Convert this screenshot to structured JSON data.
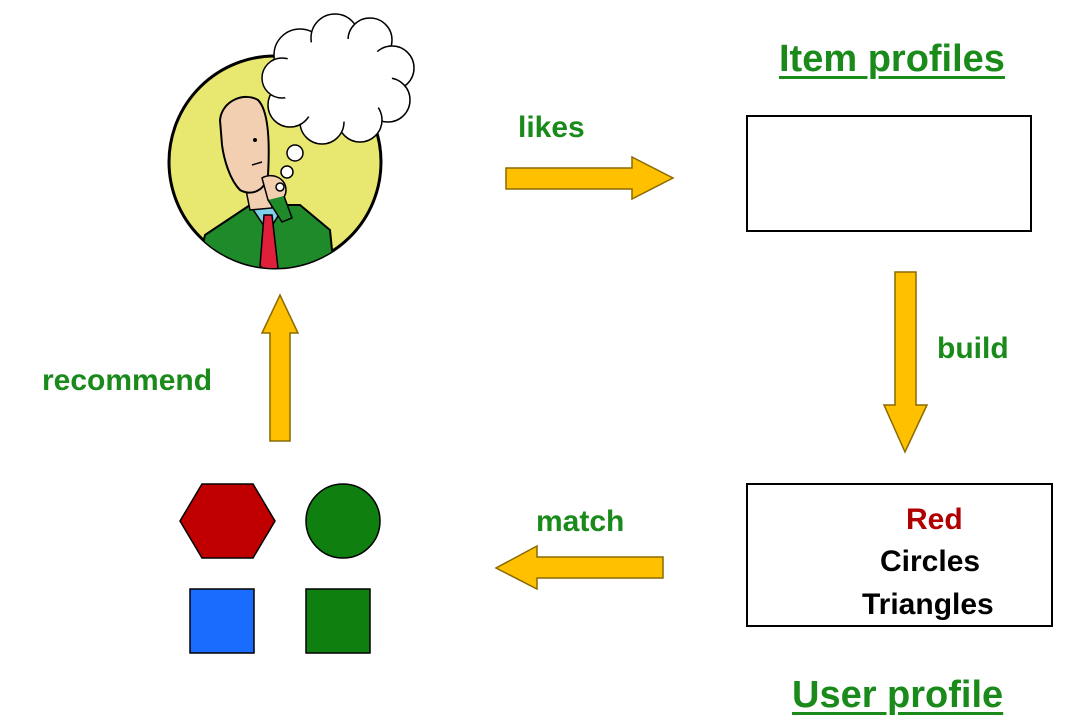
{
  "titles": {
    "item_profiles": "Item profiles",
    "user_profile": "User profile"
  },
  "edges": {
    "likes": "likes",
    "build": "build",
    "match": "match",
    "recommend": "recommend"
  },
  "user_profile_lines": {
    "red": "Red",
    "circles": "Circles",
    "triangles": "Triangles"
  },
  "colors": {
    "text_green": "#1a8a1a",
    "arrow_fill": "#ffc000",
    "shape_red": "#c00000",
    "shape_green": "#0f800f",
    "shape_blue": "#1a6cff",
    "avatar_bg": "#e8e870"
  },
  "icons": {
    "user": "thinking-person-icon",
    "thought": "thought-bubble-icon"
  }
}
